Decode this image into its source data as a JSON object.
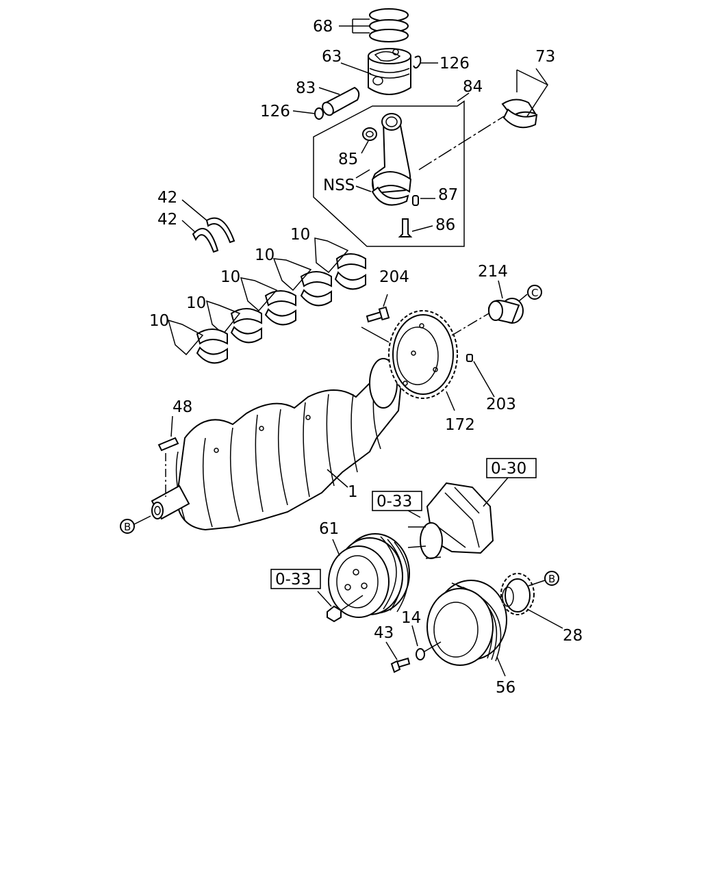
{
  "labels": {
    "p68": "68",
    "p63": "63",
    "p126a": "126",
    "p83": "83",
    "p126b": "126",
    "p73": "73",
    "p84": "84",
    "p85": "85",
    "nss": "NSS",
    "p87": "87",
    "p86": "86",
    "p42a": "42",
    "p42b": "42",
    "p10a": "10",
    "p10b": "10",
    "p10c": "10",
    "p10d": "10",
    "p10e": "10",
    "p204": "204",
    "p214": "214",
    "refC": "C",
    "p203": "203",
    "p172": "172",
    "p48": "48",
    "p1": "1",
    "refB1": "B",
    "box030": "0-30",
    "box033a": "0-33",
    "p61": "61",
    "box033b": "0-33",
    "refB2": "B",
    "p14": "14",
    "p43": "43",
    "p28": "28",
    "p56": "56"
  }
}
